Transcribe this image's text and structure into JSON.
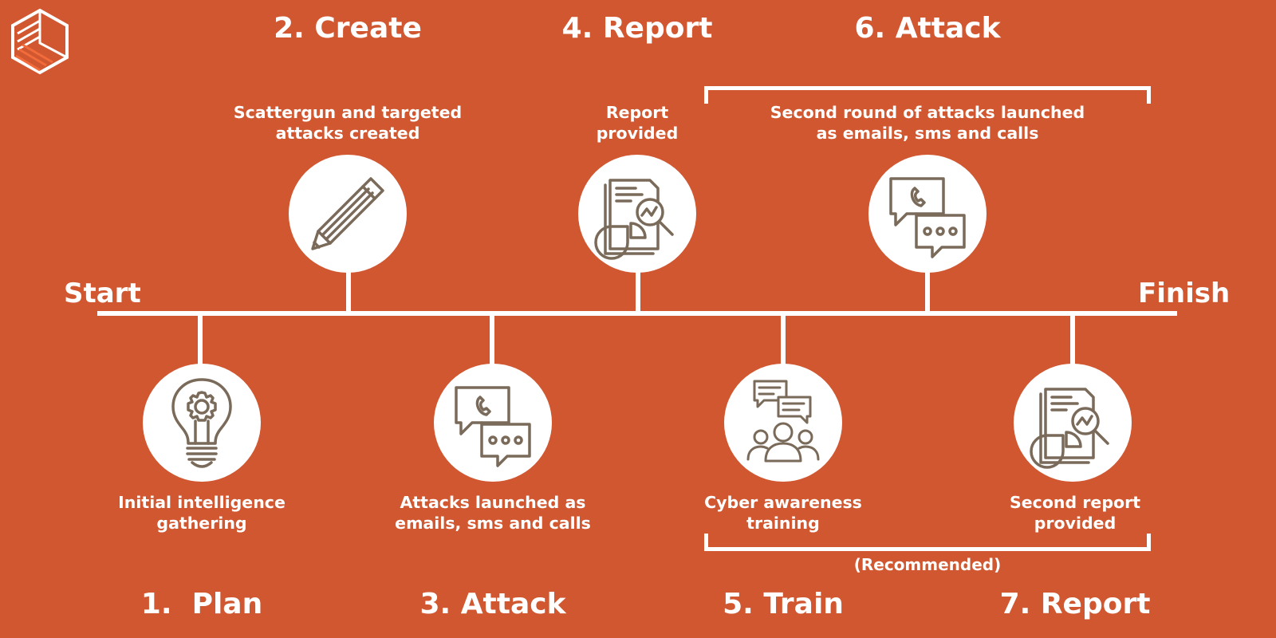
{
  "timeline": {
    "start_label": "Start",
    "finish_label": "Finish"
  },
  "steps": [
    {
      "title": "1.  Plan",
      "desc_line1": "Initial intelligence",
      "desc_line2": "gathering",
      "icon": "lightbulb-gear-icon"
    },
    {
      "title": "2. Create",
      "desc_line1": "Scattergun and targeted",
      "desc_line2": "attacks created",
      "icon": "pencil-icon"
    },
    {
      "title": "3. Attack",
      "desc_line1": "Attacks launched as",
      "desc_line2": "emails, sms and calls",
      "icon": "phone-chat-icon"
    },
    {
      "title": "4. Report",
      "desc_line1": "Report",
      "desc_line2": "provided",
      "icon": "report-magnifier-icon"
    },
    {
      "title": "5. Train",
      "desc_line1": "Cyber awareness",
      "desc_line2": "training",
      "icon": "group-chat-icon"
    },
    {
      "title": "6. Attack",
      "desc_line1": "Second round of attacks launched",
      "desc_line2": "as emails, sms and calls",
      "icon": "phone-chat-icon"
    },
    {
      "title": "7. Report",
      "desc_line1": "Second report",
      "desc_line2": "provided",
      "icon": "report-magnifier-icon"
    }
  ],
  "recommended_label": "(Recommended)",
  "colors": {
    "background": "#D15730",
    "foreground": "#FFFFFF",
    "icon_stroke": "#7A6A5A"
  }
}
